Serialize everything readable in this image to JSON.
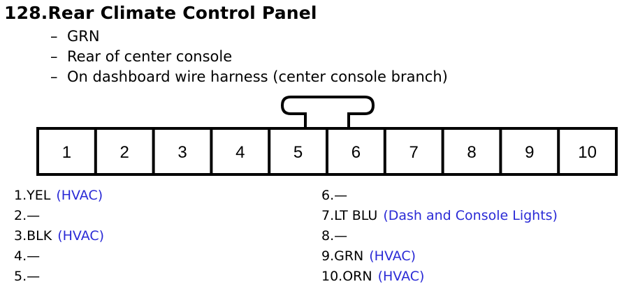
{
  "title": "128.Rear Climate Control Panel",
  "details": [
    "GRN",
    "Rear of center console",
    "On dashboard wire harness (center console branch)"
  ],
  "detail_bullet": "–",
  "connector": {
    "pins": [
      "1",
      "2",
      "3",
      "4",
      "5",
      "6",
      "7",
      "8",
      "9",
      "10"
    ]
  },
  "pins_left": [
    {
      "label": "1.YEL",
      "circuit": "(HVAC)"
    },
    {
      "label": "2.—",
      "circuit": ""
    },
    {
      "label": "3.BLK",
      "circuit": "(HVAC)"
    },
    {
      "label": "4.—",
      "circuit": ""
    },
    {
      "label": "5.—",
      "circuit": ""
    }
  ],
  "pins_right": [
    {
      "label": "6.—",
      "circuit": ""
    },
    {
      "label": "7.LT BLU",
      "circuit": "(Dash and Console Lights)"
    },
    {
      "label": "8.—",
      "circuit": ""
    },
    {
      "label": "9.GRN",
      "circuit": "(HVAC)"
    },
    {
      "label": "10.ORN",
      "circuit": "(HVAC)"
    }
  ],
  "colors": {
    "circuit_text": "#2a2ad6",
    "line": "#000000"
  }
}
